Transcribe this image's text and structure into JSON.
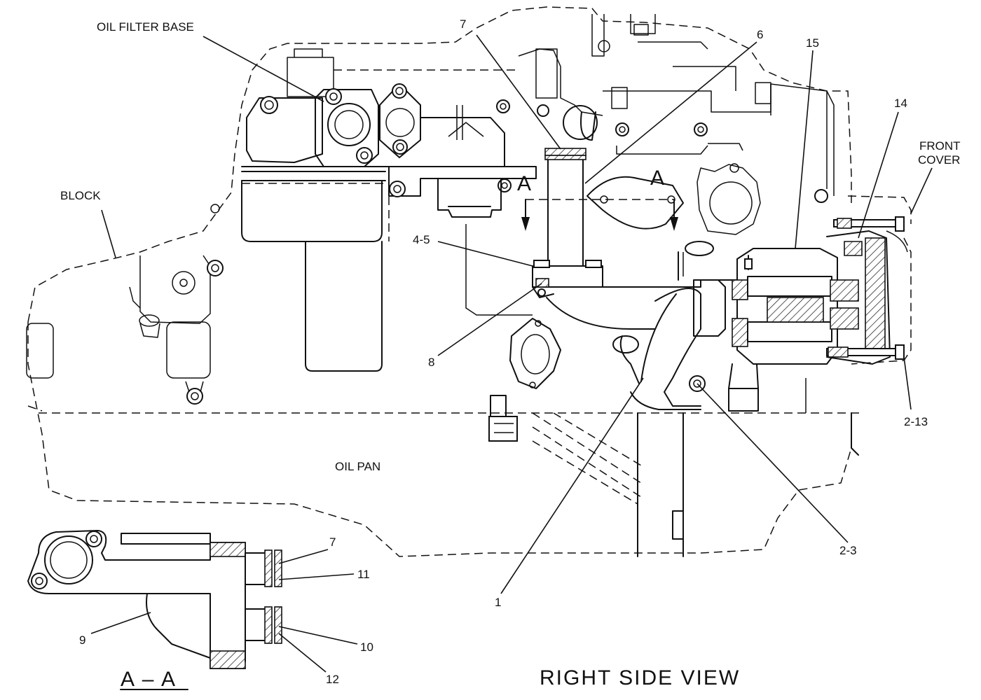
{
  "labels": {
    "oil_filter_base": "OIL FILTER BASE",
    "block": "BLOCK",
    "oil_pan": "OIL PAN",
    "front_cover_line1": "FRONT",
    "front_cover_line2": "COVER",
    "section_marker": "A",
    "section_title": "A – A",
    "view_title": "RIGHT SIDE VIEW"
  },
  "callouts": {
    "c1": "1",
    "c2_3": "2-3",
    "c2_13": "2-13",
    "c4_5": "4-5",
    "c6": "6",
    "c7": "7",
    "c7b": "7",
    "c8": "8",
    "c9": "9",
    "c10": "10",
    "c11": "11",
    "c12": "12",
    "c14": "14",
    "c15": "15"
  }
}
